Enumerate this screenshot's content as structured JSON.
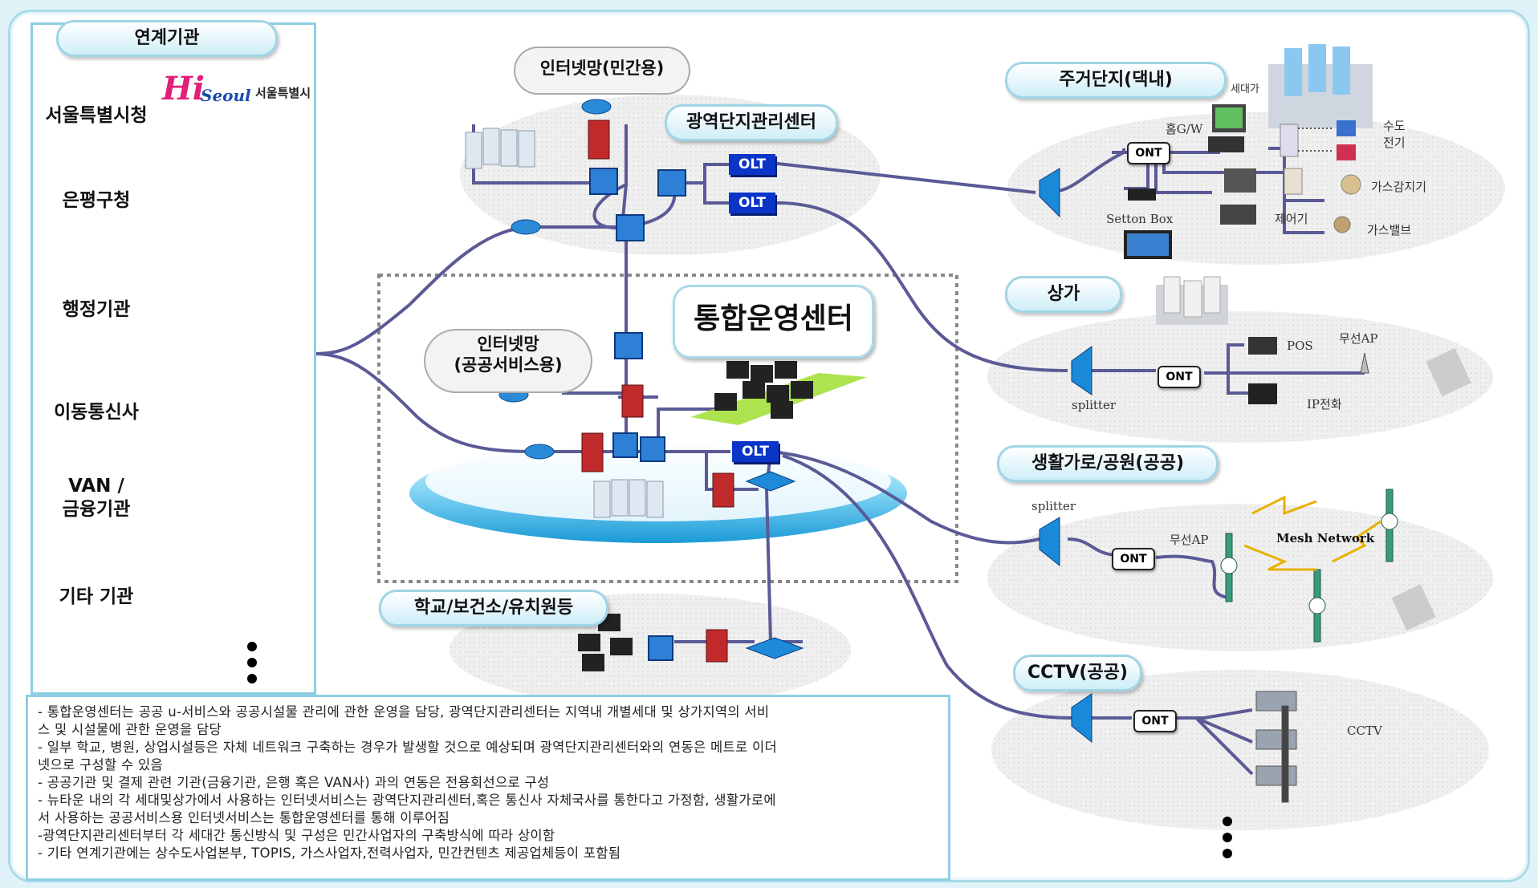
{
  "related_agencies": {
    "header": "연계기관",
    "items": [
      "서울특별시청",
      "은평구청",
      "행정기관",
      "이동통신사",
      "VAN /\n금융기관",
      "기타 기관"
    ],
    "logo_text": [
      "Hi",
      "Seoul",
      "서울특별시"
    ]
  },
  "internet_private": "인터넷망(민간용)",
  "internet_public": [
    "인터넷망",
    "(공공서비스용)"
  ],
  "regional_center": "광역단지관리센터",
  "integrated_center": "통합운영센터",
  "school_label": "학교/보건소/유치원등",
  "olt_label": "OLT",
  "ont_label": "ONT",
  "residential": {
    "title": "주거단지(댁내)",
    "household": "세대가",
    "home_gw": "홈G/W",
    "water": "수도",
    "electric": "전기",
    "gas_detector": "가스감지기",
    "gas_valve": "가스밸브",
    "controller": "제어기",
    "settop": "Setton Box"
  },
  "commercial": {
    "title": "상가",
    "pos": "POS",
    "wireless_ap": "무선AP",
    "ip_phone": "IP전화",
    "splitter": "splitter"
  },
  "street": {
    "title": "생활가로/공원(공공)",
    "splitter": "splitter",
    "wireless_ap": "무선AP",
    "mesh": "Mesh Network"
  },
  "cctv": {
    "title": "CCTV(공공)",
    "label": "CCTV"
  },
  "notes": [
    "- 통합운영센터는 공공 u-서비스와 공공시설물 관리에 관한 운영을 담당, 광역단지관리센터는 지역내 개별세대 및 상가지역의 서비",
    "스 및 시설물에 관한 운영을 담당",
    "- 일부 학교, 병원, 상업시설등은 자체 네트워크 구축하는 경우가 발생할 것으로 예상되며 광역단지관리센터와의 연동은 메트로 이더",
    "넷으로 구성할 수 있음",
    "- 공공기관 및 결제 관련 기관(금융기관, 은행 혹은 VAN사) 과의 연동은 전용회선으로 구성",
    "- 뉴타운 내의 각 세대및상가에서 사용하는 인터넷서비스는 광역단지관리센터,혹은 통신사 자체국사를 통한다고 가정함, 생활가로에",
    "서 사용하는 공공서비스용 인터넷서비스는 통합운영센터를 통해 이루어짐",
    "-광역단지관리센터부터 각 세대간 통신방식 및 구성은 민간사업자의 구축방식에 따라 상이함",
    "- 기타 연계기관에는 상수도사업본부, TOPIS, 가스사업자,전력사업자, 민간컨텐츠 제공업체등이 포함됨"
  ],
  "colors": {
    "line": "#5a5a96",
    "pill_border": "#9fd5e6",
    "olt": "#0a35c8",
    "ellipse": "#ececec"
  }
}
